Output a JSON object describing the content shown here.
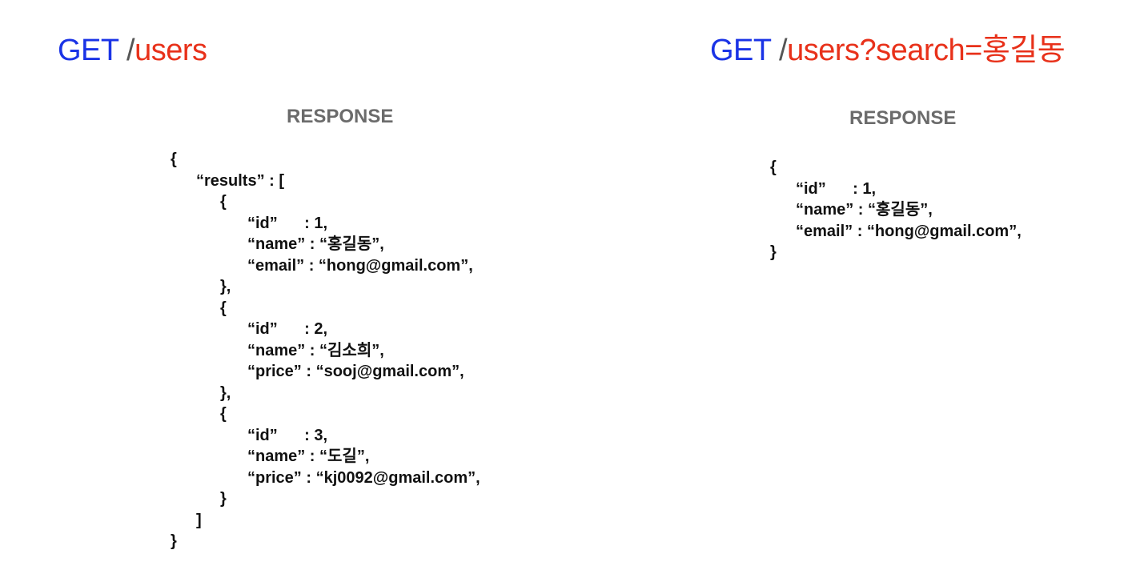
{
  "left": {
    "method": "GET",
    "slash": "/",
    "path": "users",
    "response_label": "RESPONSE",
    "json_lines": [
      "{",
      "“results” : [",
      "{",
      "“id”      : 1,",
      "“name” : “홍길동”,",
      "“email” : “hong@gmail.com”,",
      "},",
      "{",
      "“id”      : 2,",
      "“name” : “김소희”,",
      "“price” : “sooj@gmail.com”,",
      "},",
      "{",
      "“id”      : 3,",
      "“name” : “도길”,",
      "“price” : “kj0092@gmail.com”,",
      "}",
      "]",
      "}"
    ]
  },
  "right": {
    "method": "GET",
    "slash": "/",
    "path": "users?search=홍길동",
    "response_label": "RESPONSE",
    "json_lines": [
      "{",
      "“id”      : 1,",
      "“name” : “홍길동”,",
      "“email” : “hong@gmail.com”,",
      "}"
    ]
  }
}
